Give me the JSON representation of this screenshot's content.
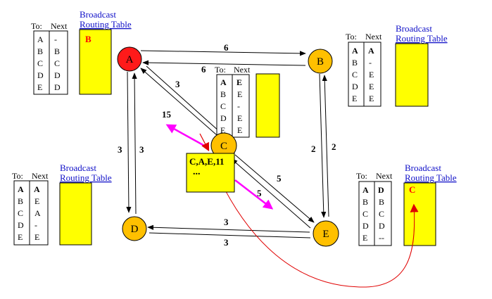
{
  "colors": {
    "node_fill": "#ffc000",
    "node_source": "#ff1a1a",
    "yellow_box": "#ffff00",
    "accent_red": "#ff0000",
    "title_blue": "#1010c8",
    "magenta": "#ff00ff",
    "curve_red": "#e00000"
  },
  "nodes": [
    {
      "id": "A",
      "label": "A",
      "source": true
    },
    {
      "id": "B",
      "label": "B"
    },
    {
      "id": "C",
      "label": "C"
    },
    {
      "id": "D",
      "label": "D"
    },
    {
      "id": "E",
      "label": "E"
    }
  ],
  "edges": [
    {
      "id": "AB",
      "label": "6"
    },
    {
      "id": "BA",
      "label": "6"
    },
    {
      "id": "AC",
      "label": "3"
    },
    {
      "id": "AD",
      "label": "3"
    },
    {
      "id": "DA",
      "label": "3"
    },
    {
      "id": "BE",
      "label": "2"
    },
    {
      "id": "EB",
      "label": "2"
    },
    {
      "id": "CE",
      "label": "5"
    },
    {
      "id": "DE",
      "label": "3"
    },
    {
      "id": "ED",
      "label": "3"
    }
  ],
  "routing_tables": {
    "A": {
      "header_to": "To:",
      "header_next": "Next",
      "rows": [
        {
          "to": "A",
          "next": "-",
          "highlight": false
        },
        {
          "to": "B",
          "next": "B",
          "highlight": false
        },
        {
          "to": "C",
          "next": "C",
          "highlight": false
        },
        {
          "to": "D",
          "next": "D",
          "highlight": false
        },
        {
          "to": "E",
          "next": "D",
          "highlight": false
        }
      ]
    },
    "B": {
      "header_to": "To:",
      "header_next": "Next",
      "rows": [
        {
          "to": "A",
          "next": "A",
          "highlight": true
        },
        {
          "to": "B",
          "next": "-",
          "highlight": false
        },
        {
          "to": "C",
          "next": "E",
          "highlight": false
        },
        {
          "to": "D",
          "next": "E",
          "highlight": false
        },
        {
          "to": "E",
          "next": "E",
          "highlight": false
        }
      ]
    },
    "C": {
      "header_to": "To:",
      "header_next": "Next",
      "rows": [
        {
          "to": "A",
          "next": "E",
          "highlight": true
        },
        {
          "to": "B",
          "next": "E",
          "highlight": false
        },
        {
          "to": "C",
          "next": "-",
          "highlight": false
        },
        {
          "to": "D",
          "next": "E",
          "highlight": false
        },
        {
          "to": "E",
          "next": "E",
          "highlight": false
        }
      ]
    },
    "D": {
      "header_to": "To:",
      "header_next": "Next",
      "rows": [
        {
          "to": "A",
          "next": "A",
          "highlight": true
        },
        {
          "to": "B",
          "next": "E",
          "highlight": false
        },
        {
          "to": "C",
          "next": "A",
          "highlight": false
        },
        {
          "to": "D",
          "next": "-",
          "highlight": false
        },
        {
          "to": "E",
          "next": "E",
          "highlight": false
        }
      ]
    },
    "E": {
      "header_to": "To:",
      "header_next": "Next",
      "rows": [
        {
          "to": "A",
          "next": "D",
          "highlight": true
        },
        {
          "to": "B",
          "next": "B",
          "highlight": false
        },
        {
          "to": "C",
          "next": "C",
          "highlight": false
        },
        {
          "to": "D",
          "next": "D",
          "highlight": false
        },
        {
          "to": "E",
          "next": "--",
          "highlight": false
        }
      ]
    }
  },
  "broadcast_tables": {
    "title_line1": "Broadcast",
    "title_line2": "Routing Table",
    "A": {
      "entry": "B"
    },
    "B": {
      "entry": ""
    },
    "C": {
      "entry": ""
    },
    "D": {
      "entry": ""
    },
    "E": {
      "entry": "C"
    }
  },
  "packet": {
    "line1": "C,A,E,11",
    "line2": "..."
  },
  "annotations": {
    "discard_cost": "15",
    "forward_cost": "5"
  }
}
